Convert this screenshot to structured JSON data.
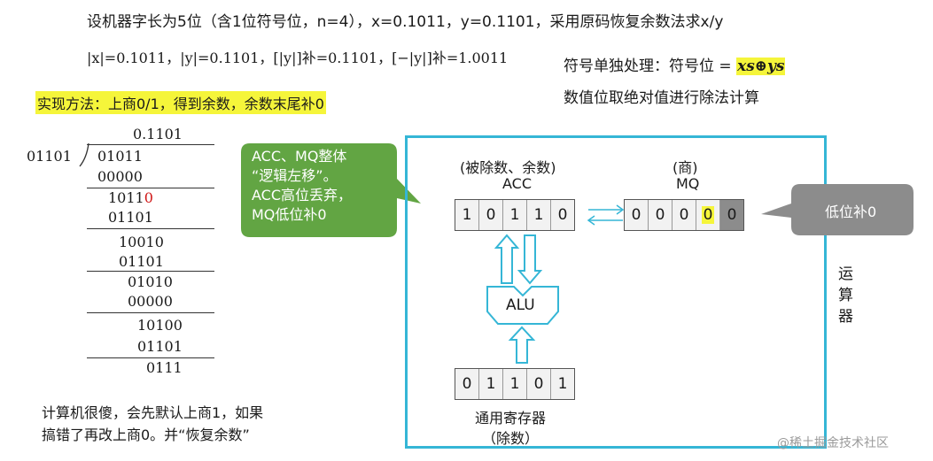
{
  "header": {
    "line1": "设机器字长为5位（含1位符号位，n=4），x=0.1011，y=0.1101，采用原码恢复余数法求x/y",
    "line2": "|x|=0.1011，|y|=0.1101，[|y|]补=0.1101，[−|y|]补=1.0011"
  },
  "sign_note": {
    "line1_prefix": "符号单独处理：符号位 = ",
    "formula": "xs⊕ys",
    "line2": "数值位取绝对值进行除法计算"
  },
  "method_label": "实现方法：上商0/1，得到余数，余数末尾补0",
  "division": {
    "quotient": "0.1101",
    "divisor": "01101",
    "rows": [
      "01011",
      "00000",
      "1011",
      "0",
      "01101",
      "10010",
      "01101",
      "01010",
      "00000",
      "10100",
      "01101",
      "0111"
    ]
  },
  "bubble_green": {
    "line1": "ACC、MQ整体",
    "line2": "“逻辑左移”。",
    "line3": "ACC高位丢弃，",
    "line4": "MQ低位补0"
  },
  "bubble_gray": "低位补0",
  "acc": {
    "caption1": "(被除数、余数)",
    "caption2": "ACC",
    "bits": [
      "1",
      "0",
      "1",
      "1",
      "0"
    ]
  },
  "mq": {
    "caption1": "(商)",
    "caption2": "MQ",
    "bits": [
      "0",
      "0",
      "0",
      "0",
      "0"
    ]
  },
  "alu_label": "ALU",
  "gpr": {
    "bits": [
      "0",
      "1",
      "1",
      "0",
      "1"
    ],
    "caption1": "通用寄存器",
    "caption2": "（除数）"
  },
  "unit_label": [
    "运",
    "算",
    "器"
  ],
  "bottom_note": {
    "line1": "计算机很傻，会先默认上商1，如果",
    "line2": "搞错了再改上商0。并“恢复余数”"
  },
  "watermark": "@稀土掘金技术社区",
  "colors": {
    "frame": "#35b6d6",
    "bubble_green": "#62a543",
    "bubble_gray": "#8c8c8c",
    "highlight": "#f5f53a",
    "red_digit": "#d01818",
    "arrow": "#35b6d6"
  }
}
